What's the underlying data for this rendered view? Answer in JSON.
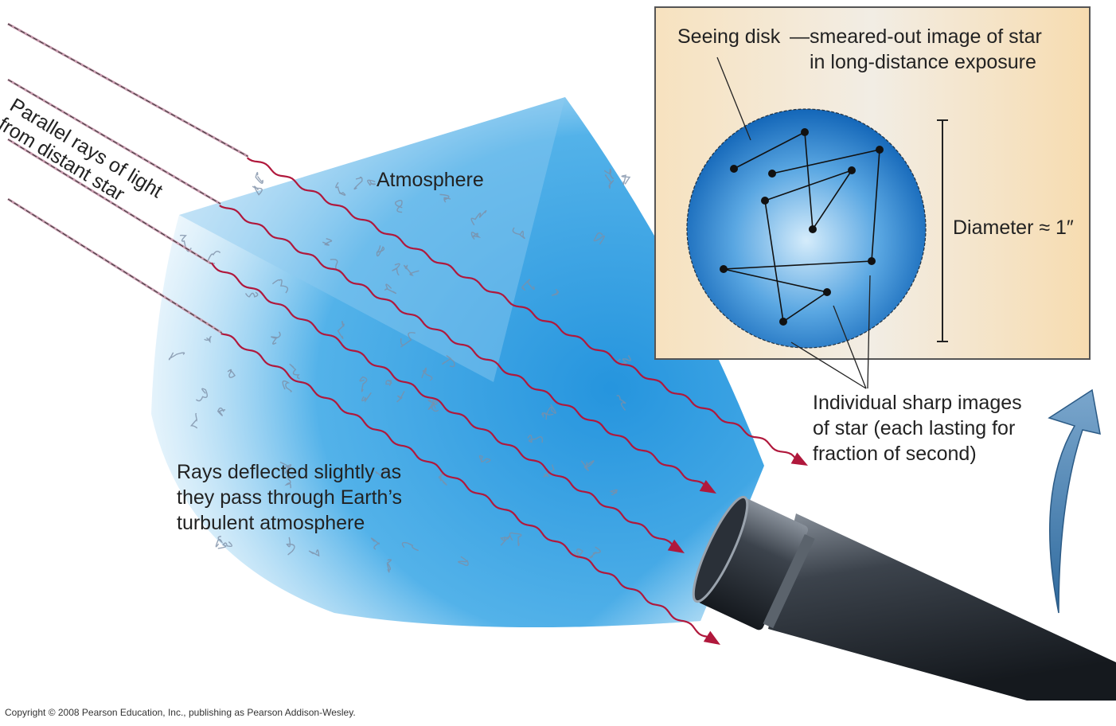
{
  "labels": {
    "parallel_rays_line1": "Parallel rays of light",
    "parallel_rays_line2": "from distant star",
    "atmosphere": "Atmosphere",
    "deflected_line1": "Rays deflected slightly as",
    "deflected_line2": "they pass through Earth’s",
    "deflected_line3": "turbulent atmosphere",
    "seeing_disk_term": "Seeing disk",
    "seeing_disk_def_line1": "—smeared-out image of star",
    "seeing_disk_def_line2": "in long-distance exposure",
    "diameter": "Diameter ≈ 1″",
    "individual_line1": "Individual sharp images",
    "individual_line2": "of star (each lasting for",
    "individual_line3": "fraction of second)"
  },
  "copyright": "Copyright © 2008 Pearson Education, Inc., publishing as Pearson Addison-Wesley.",
  "colors": {
    "atmosphere": "#2a9be0",
    "ray": "#b0183c",
    "disk": "#1d6fc0",
    "inset_bg": "#f6e6c8",
    "arrow": "#4a7fae",
    "telescope": "#3a4048"
  }
}
